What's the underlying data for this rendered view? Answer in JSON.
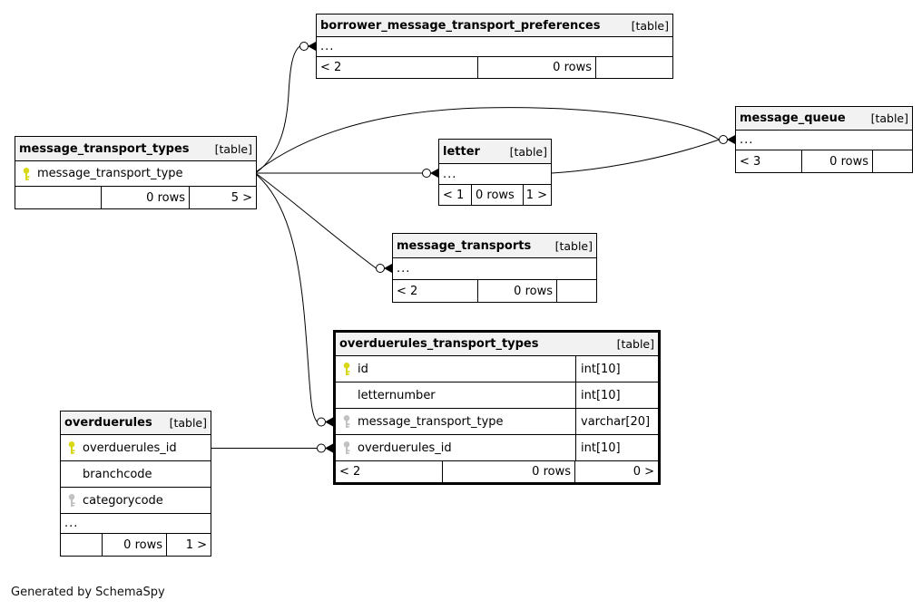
{
  "diagram": {
    "generator_note": "Generated by SchemaSpy",
    "table_type_label": "[table]",
    "more_columns_indicator": "..."
  },
  "colors": {
    "primary_key": "#d8d816",
    "foreign_key": "#c2c2c2",
    "header_bg": "#f2f2f2",
    "border": "#000000"
  },
  "icons": {
    "primary_key": "key-icon-yellow",
    "foreign_key": "key-icon-gray",
    "fk_connector": "circle-arrow-connector"
  },
  "tables": {
    "borrower_message_transport_preferences": {
      "name": "borrower_message_transport_preferences",
      "footer": {
        "children": "< 2",
        "rows": "0 rows",
        "parents": ""
      }
    },
    "message_queue": {
      "name": "message_queue",
      "footer": {
        "children": "< 3",
        "rows": "0 rows",
        "parents": ""
      }
    },
    "message_transport_types": {
      "name": "message_transport_types",
      "columns": [
        {
          "name": "message_transport_type",
          "key": "primary"
        }
      ],
      "footer": {
        "children": "",
        "rows": "0 rows",
        "parents": "5 >"
      }
    },
    "letter": {
      "name": "letter",
      "footer": {
        "children": "< 1",
        "rows": "0 rows",
        "parents": "1 >"
      }
    },
    "message_transports": {
      "name": "message_transports",
      "footer": {
        "children": "< 2",
        "rows": "0 rows",
        "parents": ""
      }
    },
    "overduerules_transport_types": {
      "name": "overduerules_transport_types",
      "columns": [
        {
          "name": "id",
          "type": "int[10]",
          "key": "primary"
        },
        {
          "name": "letternumber",
          "type": "int[10]",
          "key": ""
        },
        {
          "name": "message_transport_type",
          "type": "varchar[20]",
          "key": "foreign"
        },
        {
          "name": "overduerules_id",
          "type": "int[10]",
          "key": "foreign"
        }
      ],
      "footer": {
        "children": "< 2",
        "rows": "0 rows",
        "parents": "0 >"
      }
    },
    "overduerules": {
      "name": "overduerules",
      "columns": [
        {
          "name": "overduerules_id",
          "key": "primary"
        },
        {
          "name": "branchcode",
          "key": ""
        },
        {
          "name": "categorycode",
          "key": "foreign"
        }
      ],
      "footer": {
        "children": "",
        "rows": "0 rows",
        "parents": "1 >"
      }
    }
  }
}
